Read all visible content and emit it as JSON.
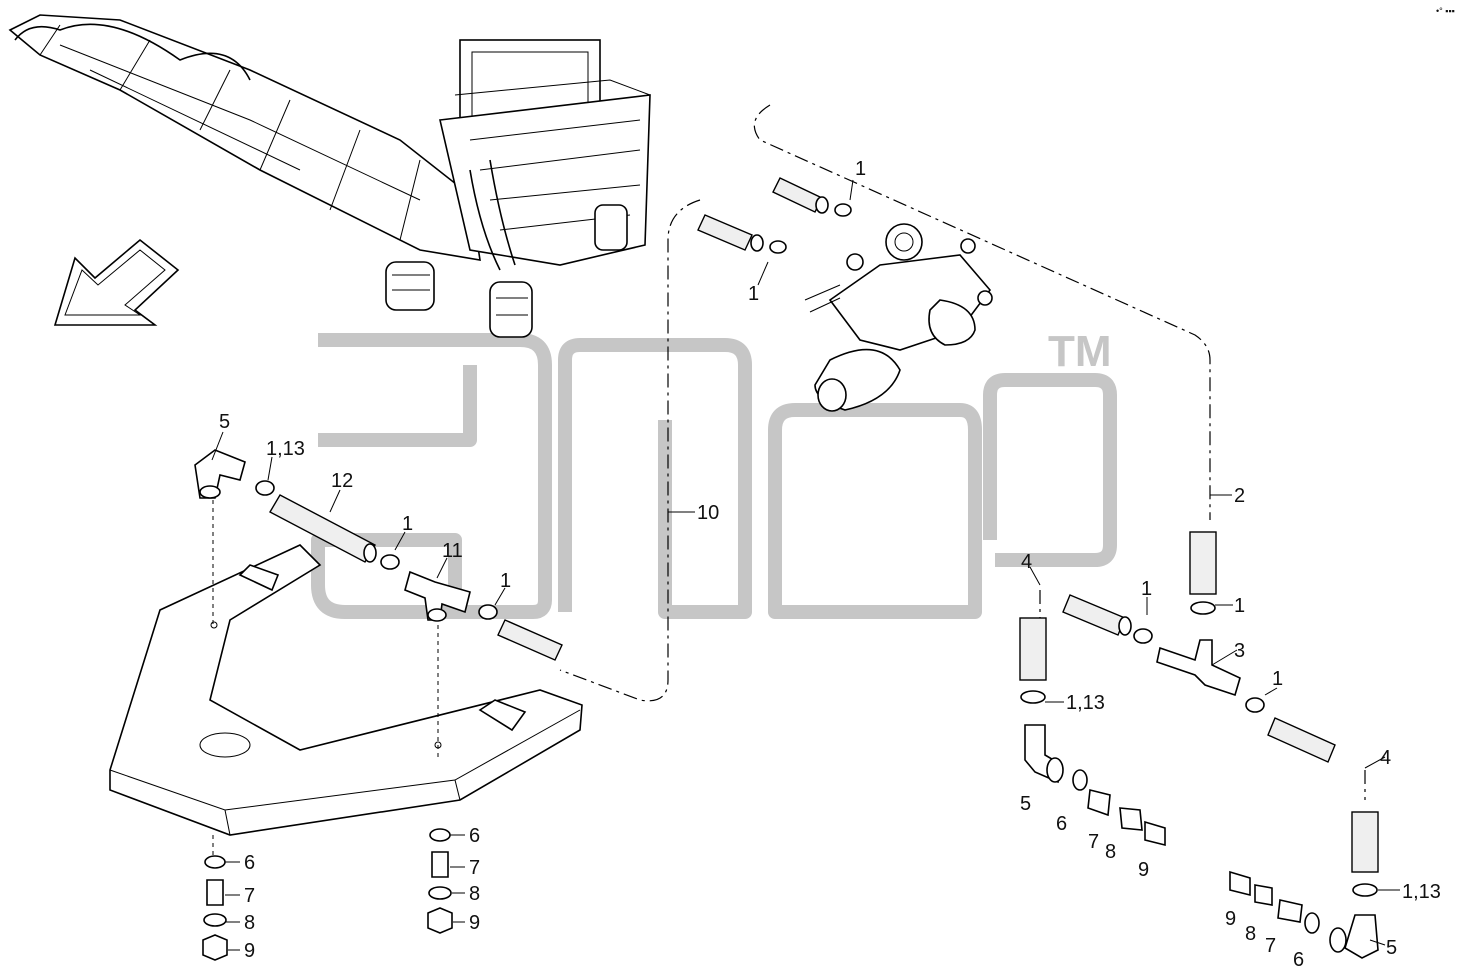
{
  "watermark": {
    "trademark": "TM"
  },
  "corner_mark": "•° ▪▪▪",
  "callouts": [
    {
      "id": "c-top-1a",
      "text": "1"
    },
    {
      "id": "c-top-1b",
      "text": "1"
    },
    {
      "id": "c-left-5",
      "text": "5"
    },
    {
      "id": "c-left-1-13",
      "text": "1,13"
    },
    {
      "id": "c-left-12",
      "text": "12"
    },
    {
      "id": "c-left-1a",
      "text": "1"
    },
    {
      "id": "c-left-11",
      "text": "11"
    },
    {
      "id": "c-left-1b",
      "text": "1"
    },
    {
      "id": "c-10",
      "text": "10"
    },
    {
      "id": "c-2",
      "text": "2"
    },
    {
      "id": "c-r-4a",
      "text": "4"
    },
    {
      "id": "c-r-1a",
      "text": "1"
    },
    {
      "id": "c-r-1b",
      "text": "1"
    },
    {
      "id": "c-r-3",
      "text": "3"
    },
    {
      "id": "c-r-1c",
      "text": "1"
    },
    {
      "id": "c-r-1-13a",
      "text": "1,13"
    },
    {
      "id": "c-r-4b",
      "text": "4"
    },
    {
      "id": "c-r-5a",
      "text": "5"
    },
    {
      "id": "c-r-6a",
      "text": "6"
    },
    {
      "id": "c-r-7a",
      "text": "7"
    },
    {
      "id": "c-r-8a",
      "text": "8"
    },
    {
      "id": "c-r-9a",
      "text": "9"
    },
    {
      "id": "c-br-9",
      "text": "9"
    },
    {
      "id": "c-br-8",
      "text": "8"
    },
    {
      "id": "c-br-7",
      "text": "7"
    },
    {
      "id": "c-br-6",
      "text": "6"
    },
    {
      "id": "c-br-5",
      "text": "5"
    },
    {
      "id": "c-br-1-13",
      "text": "1,13"
    },
    {
      "id": "c-s1-6",
      "text": "6"
    },
    {
      "id": "c-s1-7",
      "text": "7"
    },
    {
      "id": "c-s1-8",
      "text": "8"
    },
    {
      "id": "c-s1-9",
      "text": "9"
    },
    {
      "id": "c-s2-6",
      "text": "6"
    },
    {
      "id": "c-s2-7",
      "text": "7"
    },
    {
      "id": "c-s2-8",
      "text": "8"
    },
    {
      "id": "c-s2-9",
      "text": "9"
    }
  ]
}
